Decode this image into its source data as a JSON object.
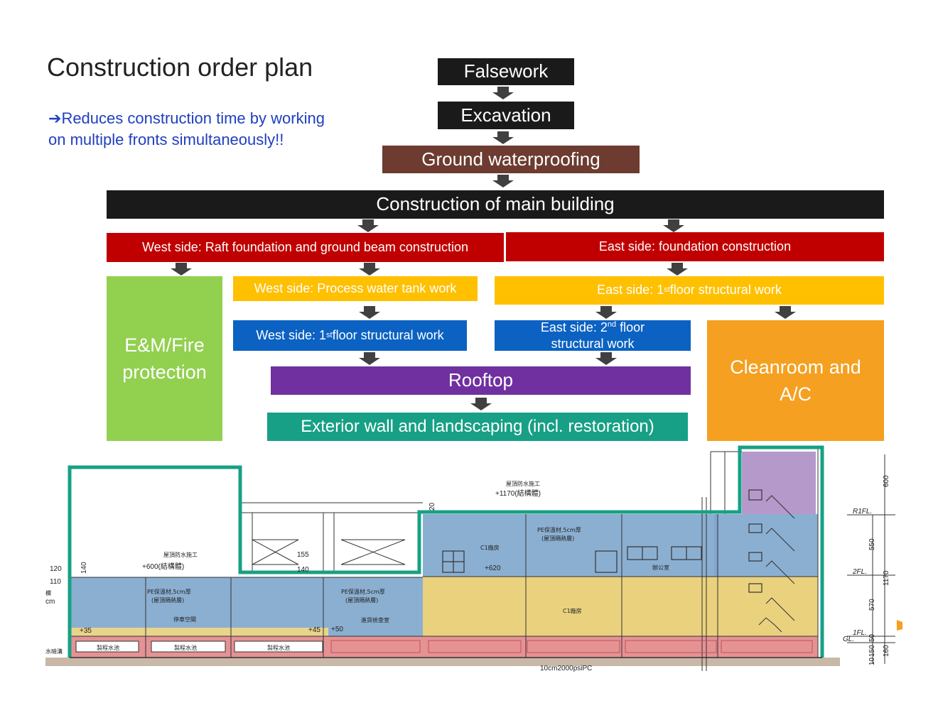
{
  "title": "Construction order plan",
  "subtitle": {
    "arrow": "➔",
    "line1": "Reduces construction time by working",
    "line2": "on multiple fronts simultaneously!!"
  },
  "colors": {
    "black": "#1a1a1a",
    "brown": "#6d3b2f",
    "red": "#c00000",
    "yellow": "#ffc000",
    "blue": "#0b62c2",
    "green": "#92d050",
    "orange": "#f5a020",
    "purple": "#7030a0",
    "teal": "#17a085"
  },
  "steps": {
    "falsework": "Falsework",
    "excavation": "Excavation",
    "waterproofing": "Ground waterproofing",
    "main_building": "Construction of main building",
    "west_foundation": "West side: Raft foundation and ground beam construction",
    "east_foundation": "East side: foundation construction",
    "em_fire_1": "E&M/Fire",
    "em_fire_2": "protection",
    "west_tank": "West side: Process water tank work",
    "east_1f_a": "East side: 1",
    "east_1f_sup": "st",
    "east_1f_b": " floor structural work",
    "west_1f_a": "West side: 1",
    "west_1f_sup": "st",
    "west_1f_b": " floor structural work",
    "east_2f_a": "East side: 2",
    "east_2f_sup": "nd",
    "east_2f_b": " floor",
    "east_2f_c": "structural work",
    "cleanroom_1": "Cleanroom and",
    "cleanroom_2": "A/C",
    "rooftop": "Rooftop",
    "exterior": "Exterior wall and landscaping (incl. restoration)"
  },
  "section_labels": {
    "roof_waterproof_a": "屋頂防水施工",
    "plus600": "+600(結構體)",
    "roof_waterproof_b": "屋頂防水施工",
    "plus1170": "+1170(結構體)",
    "pe_insulation_1": "PE保溫材,5cm厚",
    "pe_insulation_1b": "(屋頂隔熱層)",
    "pe_insulation_2": "PE保溫材,5cm厚",
    "pe_insulation_2b": "(屋頂隔熱層)",
    "pe_insulation_3": "PE保溫材,5cm厚",
    "pe_insulation_3b": "(屋頂隔熱層)",
    "parking": "停車空間",
    "inspection": "進貨檢查室",
    "c1_plant_upper": "C1廠房",
    "c1_plant_lower": "C1廠房",
    "office": "辦公室",
    "plus620": "+620",
    "tank_1": "製程水池",
    "tank_2": "製程水池",
    "tank_3": "製程水池",
    "slab": "10cm2000psiPC",
    "level_r1fl": "R1FL.",
    "level_2fl": "2FL.",
    "level_1fl": "1FL.",
    "level_gl": "GL.",
    "dim_600": "600",
    "dim_550": "550",
    "dim_1170": "1170",
    "dim_570": "570",
    "dim_160": "160",
    "dim_150": "150",
    "dim_50": "50",
    "dim_10": "10",
    "dim_120": "120",
    "dim_110": "110",
    "dim_140a": "140",
    "dim_140b": "140",
    "dim_155": "155",
    "dim_20": "20",
    "plus35": "+35",
    "plus45": "+45",
    "plus50": "+50",
    "left_cut_1": "水暗溝",
    "left_cut_2": "欄",
    "left_cut_3": "cm"
  }
}
